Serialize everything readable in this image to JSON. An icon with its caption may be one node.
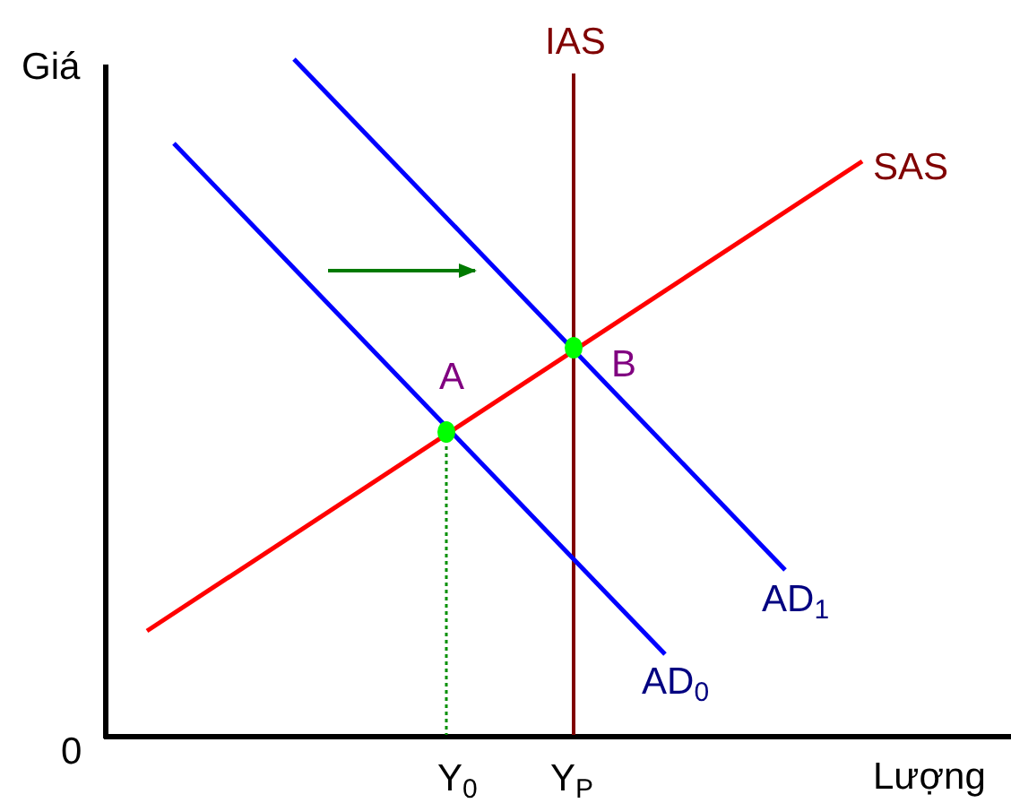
{
  "diagram": {
    "labels": [
      "IAS",
      "Giá",
      "SAS",
      "B",
      "A",
      "AD$_{1}$",
      "AD$_{0}$",
      "0",
      "Y$_{0}$",
      "Y$_{P}$",
      "Lượng"
    ]
  }
}
